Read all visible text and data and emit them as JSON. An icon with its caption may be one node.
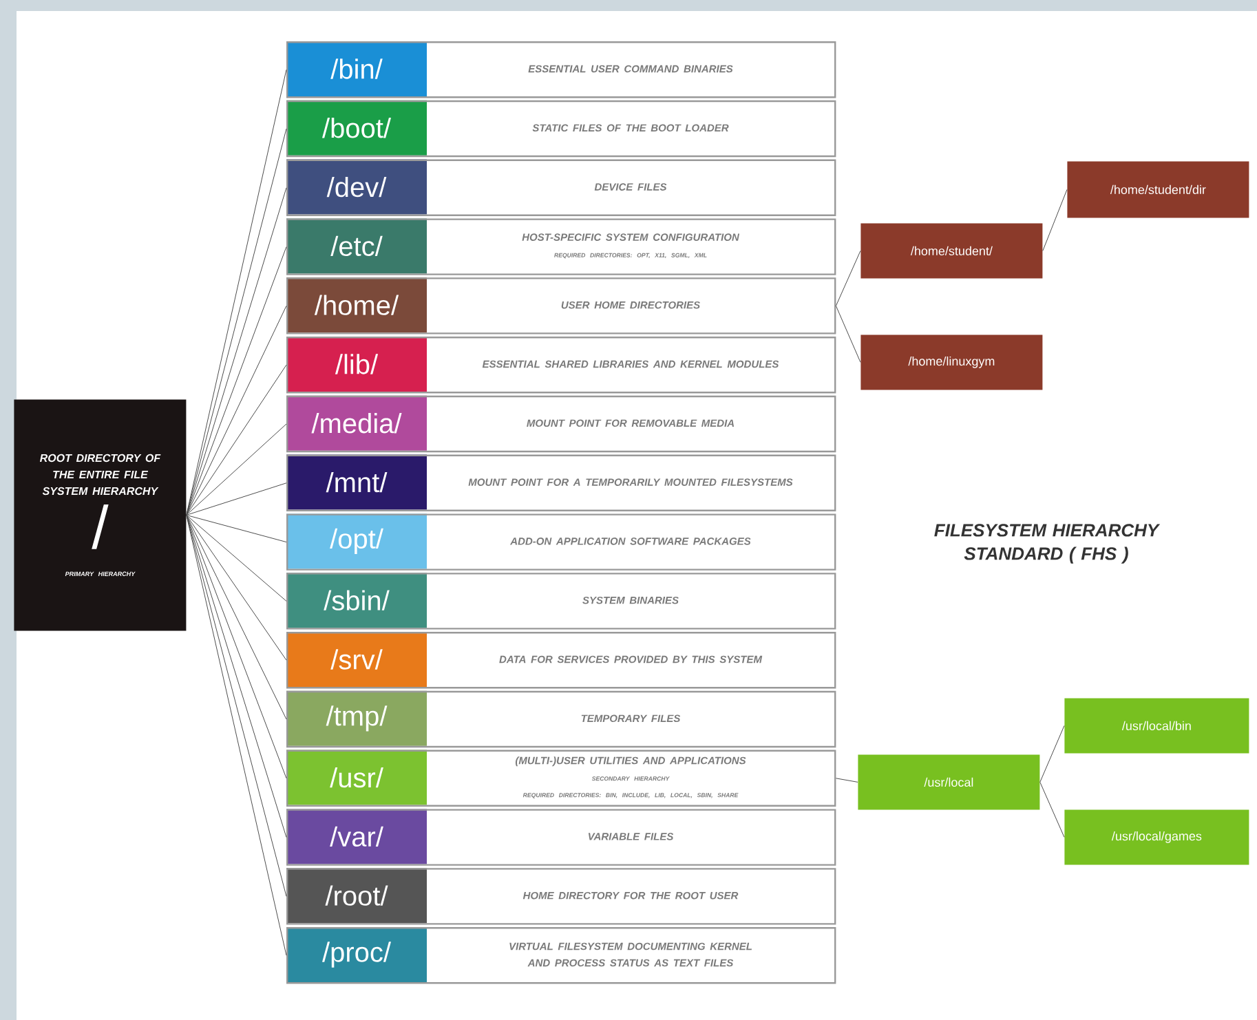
{
  "diagram": {
    "title": "FILESYSTEM HIERARCHY STANDARD ( FHS )",
    "nodes": [
      {
        "text": [
          "ROOT DIRECTORY OF THE ENTIRE FILE SYSTEM HIERARCHY",
          "/",
          "PRIMARY HIERARCHY"
        ]
      },
      {
        "text": [
          "/bin/",
          "ESSENTIAL USER COMMAND BINARIES"
        ]
      },
      {
        "text": [
          "/boot/",
          "STATIC FILES OF THE BOOT LOADER"
        ]
      },
      {
        "text": [
          "/dev/",
          "DEVICE FILES"
        ]
      },
      {
        "text": [
          "/etc/",
          "HOST-SPECIFIC SYSTEM CONFIGURATION",
          "REQUIRED DIRECTORIES: OPT, X11, SGML, XML"
        ]
      },
      {
        "text": [
          "/home/",
          "USER HOME DIRECTORIES"
        ]
      },
      {
        "text": [
          "/lib/",
          "ESSENTIAL SHARED LIBRARIES AND KERNEL MODULES"
        ]
      },
      {
        "text": [
          "/media/",
          "MOUNT POINT FOR REMOVABLE MEDIA"
        ]
      },
      {
        "text": [
          "/mnt/",
          "MOUNT POINT FOR A TEMPORARILY MOUNTED FILESYSTEMS"
        ]
      },
      {
        "text": [
          "/opt/",
          "ADD-ON APPLICATION SOFTWARE PACKAGES"
        ]
      },
      {
        "text": [
          "/sbin/",
          "SYSTEM BINARIES"
        ]
      },
      {
        "text": [
          "/srv/",
          "DATA FOR SERVICES PROVIDED BY THIS SYSTEM"
        ]
      },
      {
        "text": [
          "/tmp/",
          "TEMPORARY FILES"
        ]
      },
      {
        "text": [
          "/usr/",
          "(MULTI-)USER UTILITIES AND APPLICATIONS",
          "SECONDARY HIERARCHY",
          "REQUIRED DIRECTORIES: BIN, INCLUDE, LIB, LOCAL, SBIN, SHARE"
        ]
      },
      {
        "text": [
          "/var/",
          "VARIABLE FILES"
        ]
      },
      {
        "text": [
          "/root/",
          "HOME DIRECTORY FOR THE ROOT USER"
        ]
      },
      {
        "text": [
          "/proc/",
          "VIRTUAL FILESYSTEM DOCUMENTING KERNEL AND PROCESS STATUS AS TEXT FILES"
        ]
      },
      {
        "text": [
          "/home/student/"
        ]
      },
      {
        "text": [
          "/home/student/dir"
        ]
      },
      {
        "text": [
          "/home/linuxgym"
        ]
      },
      {
        "text": [
          "/usr/local"
        ]
      },
      {
        "text": [
          "/usr/local/bin"
        ]
      },
      {
        "text": [
          "/usr/local/games"
        ]
      }
    ],
    "edges": [
      {
        "from": 0,
        "to": 1,
        "arrow": "none"
      },
      {
        "from": 0,
        "to": 2,
        "arrow": "none"
      },
      {
        "from": 0,
        "to": 3,
        "arrow": "none"
      },
      {
        "from": 0,
        "to": 4,
        "arrow": "none"
      },
      {
        "from": 0,
        "to": 5,
        "arrow": "none"
      },
      {
        "from": 0,
        "to": 6,
        "arrow": "none"
      },
      {
        "from": 0,
        "to": 7,
        "arrow": "none"
      },
      {
        "from": 0,
        "to": 8,
        "arrow": "none"
      },
      {
        "from": 0,
        "to": 9,
        "arrow": "none"
      },
      {
        "from": 0,
        "to": 10,
        "arrow": "none"
      },
      {
        "from": 0,
        "to": 11,
        "arrow": "none"
      },
      {
        "from": 0,
        "to": 12,
        "arrow": "none"
      },
      {
        "from": 0,
        "to": 13,
        "arrow": "none"
      },
      {
        "from": 0,
        "to": 14,
        "arrow": "none"
      },
      {
        "from": 0,
        "to": 15,
        "arrow": "none"
      },
      {
        "from": 0,
        "to": 16,
        "arrow": "none"
      },
      {
        "from": 5,
        "to": 17,
        "arrow": "none"
      },
      {
        "from": 17,
        "to": 18,
        "arrow": "none"
      },
      {
        "from": 5,
        "to": 19,
        "arrow": "none"
      },
      {
        "from": 13,
        "to": 20,
        "arrow": "none"
      },
      {
        "from": 20,
        "to": 21,
        "arrow": "none"
      },
      {
        "from": 20,
        "to": 22,
        "arrow": "none"
      }
    ]
  }
}
